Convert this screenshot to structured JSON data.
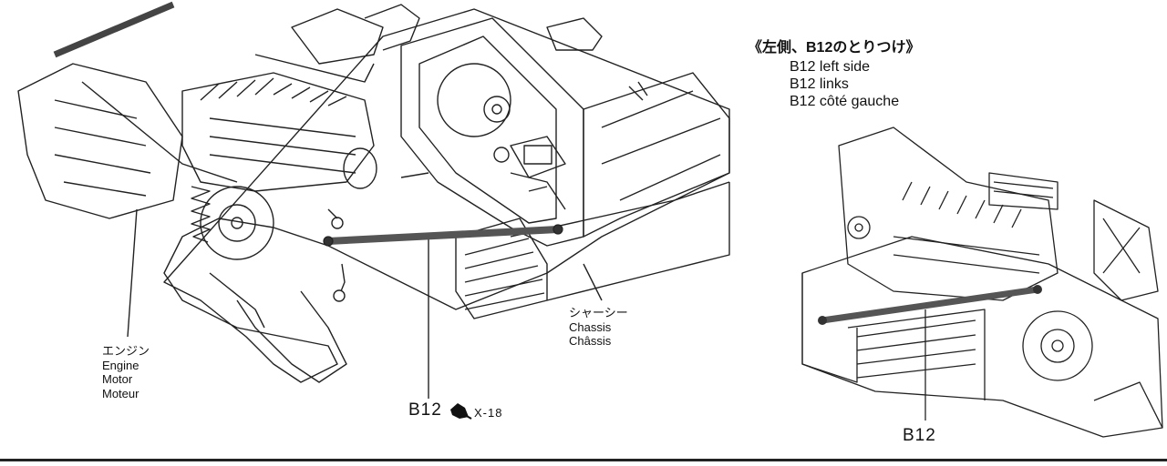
{
  "diagram": {
    "side_title": "《左側、B12のとりつけ》",
    "side_caption": [
      "B12 left side",
      "B12 links",
      "B12 côté gauche"
    ],
    "engine_label": [
      "エンジン",
      "Engine",
      "Motor",
      "Moteur"
    ],
    "chassis_label": [
      "シャーシー",
      "Chassis",
      "Châssis"
    ],
    "part_main": "B12",
    "part_ref": "X-18",
    "part_detail": "B12"
  },
  "colors": {
    "ink": "#111111",
    "paint_gray": "#555555",
    "paper": "#ffffff"
  },
  "icons": {
    "paint_marker": "paint-droplet-icon"
  }
}
